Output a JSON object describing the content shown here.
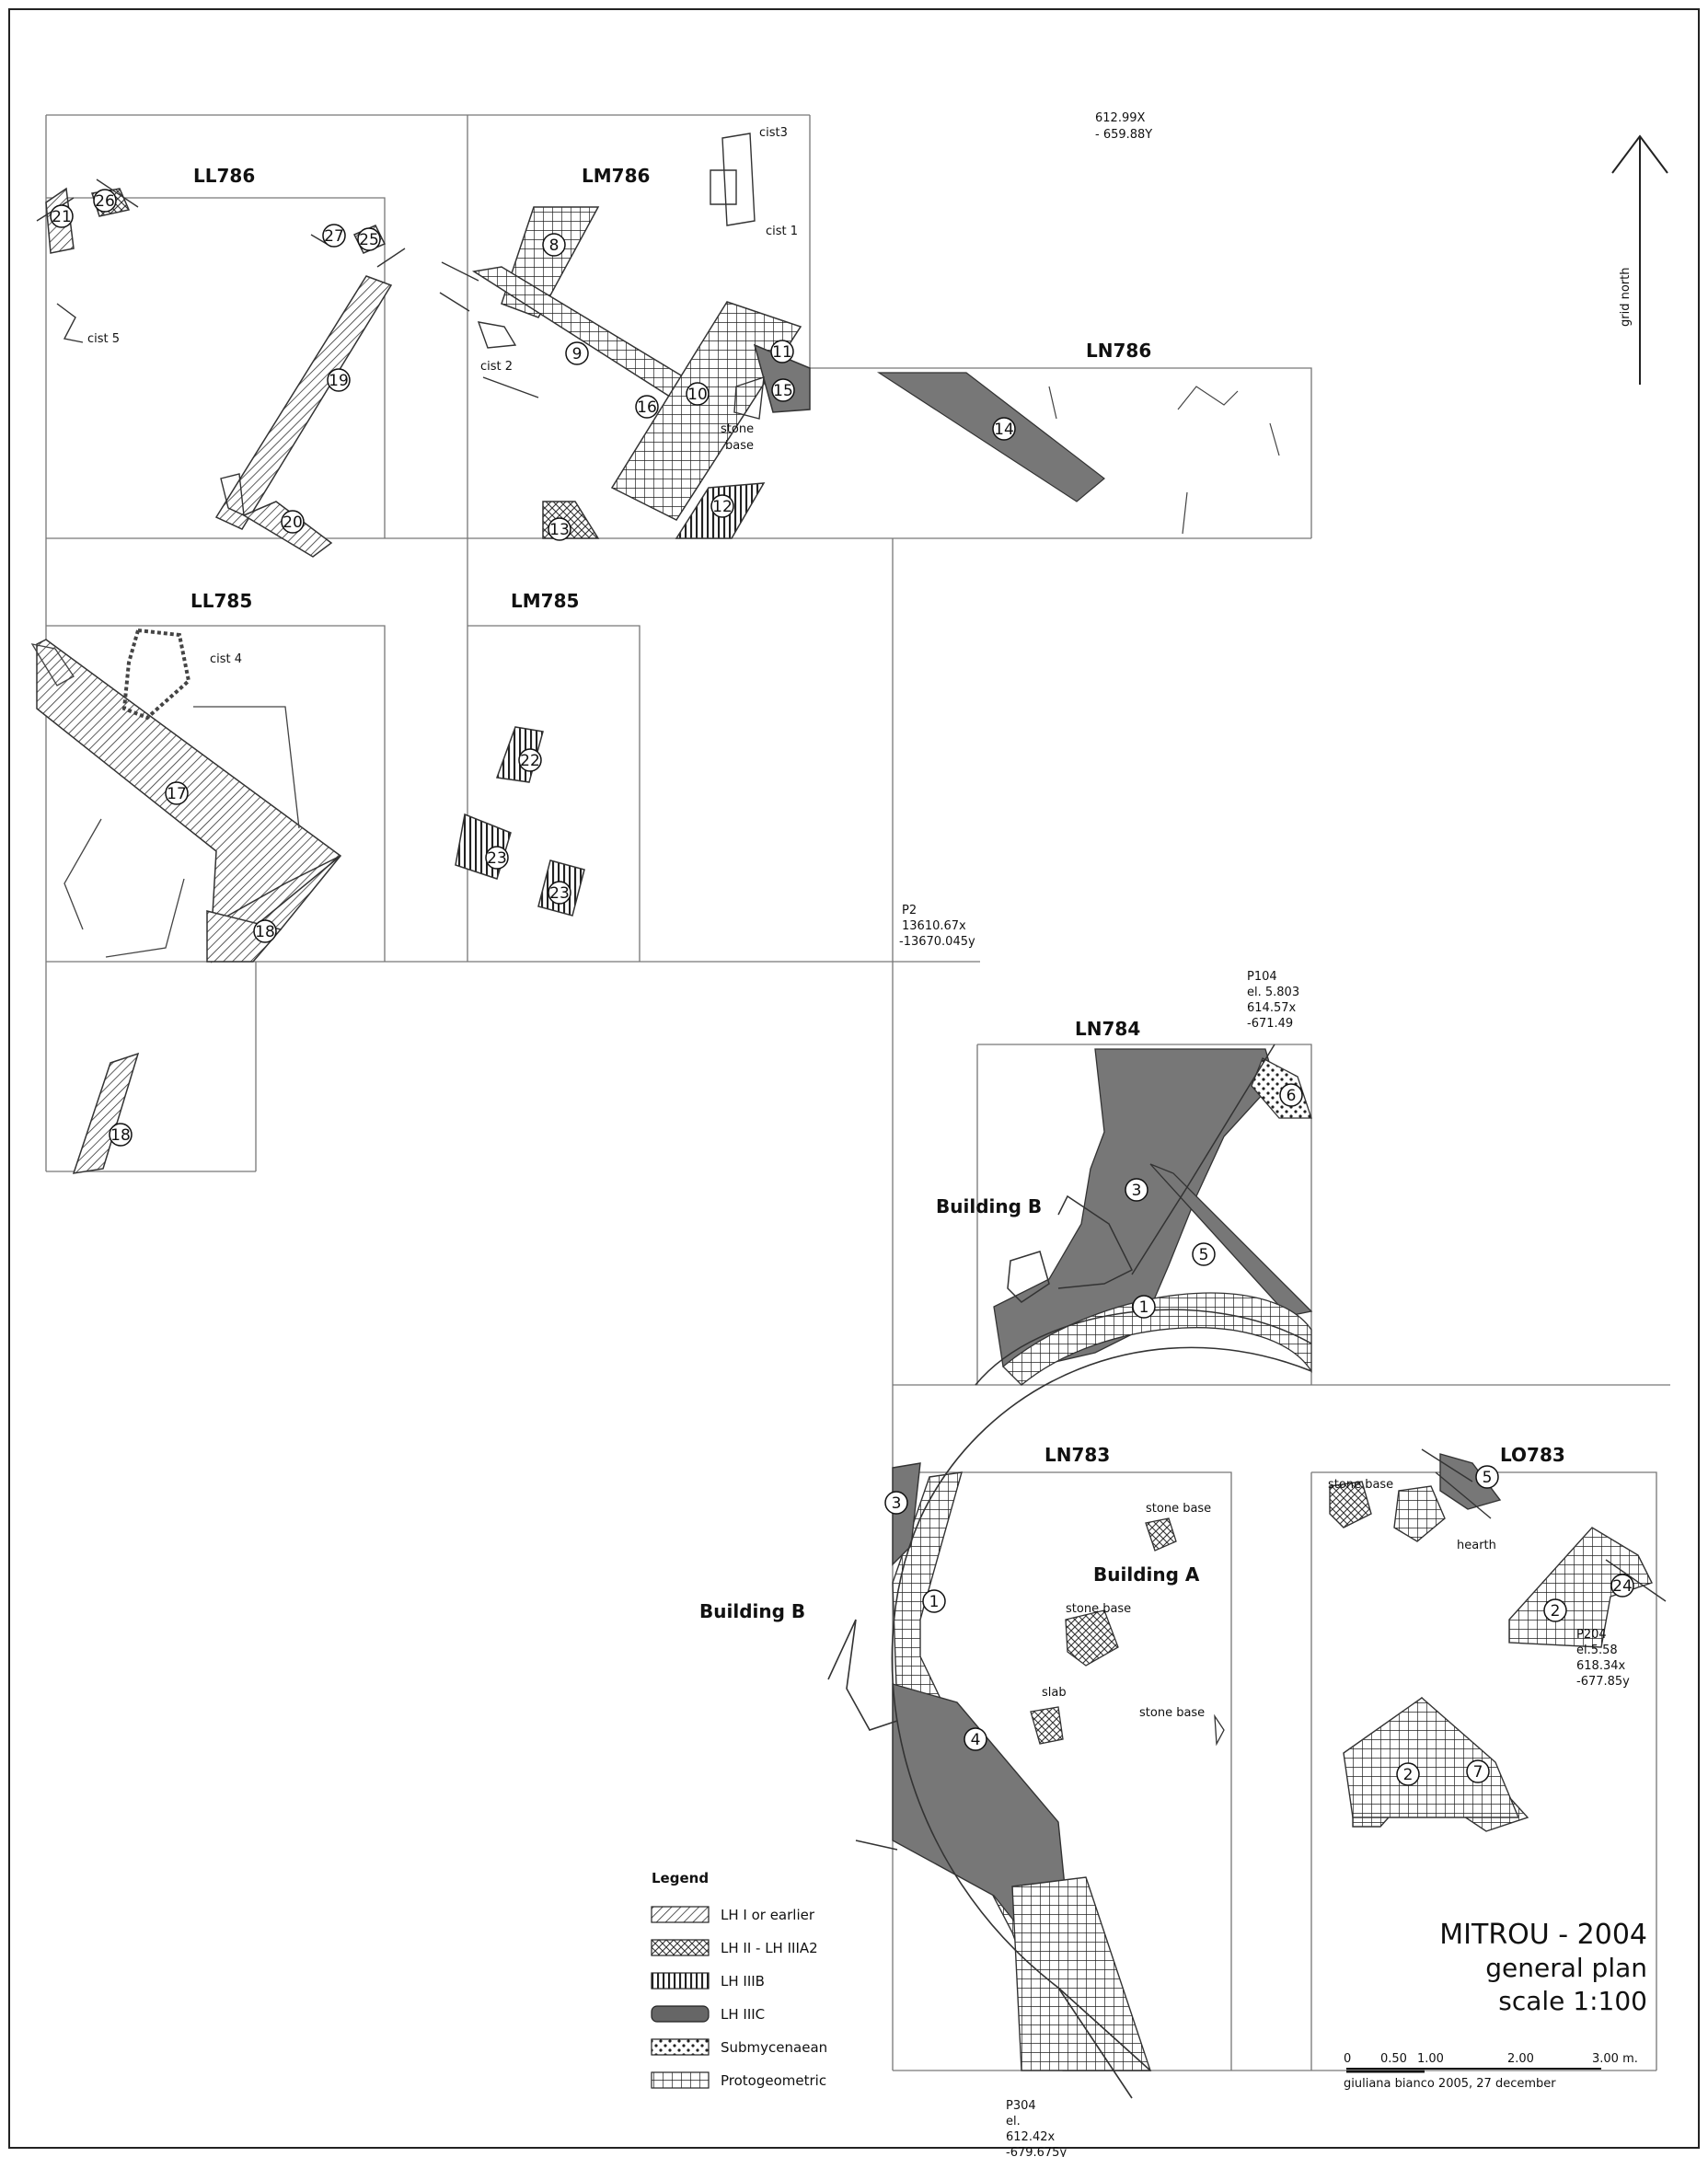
{
  "squares": {
    "ll786": "LL786",
    "lm786": "LM786",
    "ln786": "LN786",
    "ll785": "LL785",
    "lm785": "LM785",
    "ln784": "LN784",
    "ln783": "LN783",
    "lo783": "LO783"
  },
  "walls": {
    "w1": "1",
    "w2": "2",
    "w3": "3",
    "w4": "4",
    "w5": "5",
    "w6": "6",
    "w7": "7",
    "w8": "8",
    "w9": "9",
    "w10": "10",
    "w11": "11",
    "w12": "12",
    "w13": "13",
    "w14": "14",
    "w15": "15",
    "w16": "16",
    "w17": "17",
    "w18": "18",
    "w19": "19",
    "w20": "20",
    "w21": "21",
    "w22": "22",
    "w23": "23",
    "w24": "24",
    "w25": "25",
    "w26": "26",
    "w27": "27"
  },
  "features": {
    "cist1": "cist 1",
    "cist2": "cist 2",
    "cist3": "cist3",
    "cist4": "cist 4",
    "cist5": "cist 5",
    "stone_base": "stone base",
    "stone": "stone",
    "base": "base",
    "hearth": "hearth",
    "slab": "slab",
    "building_a": "Building A",
    "building_b": "Building B"
  },
  "points": {
    "top_x": "612.99X",
    "top_y": "- 659.88Y",
    "p2": "P2",
    "p2_x": "13610.67x",
    "p2_y": "-13670.045y",
    "p104": "P104",
    "p104_el": "el. 5.803",
    "p104_x": "614.57x",
    "p104_y": "-671.49",
    "p204": "P204",
    "p204_el": "el.5.58",
    "p204_x": "618.34x",
    "p204_y": "-677.85y",
    "p304": "P304",
    "p304_el": "el.",
    "p304_x": "612.42x",
    "p304_y": "-679.675y"
  },
  "north": "grid north",
  "legend": {
    "title": "Legend",
    "items": [
      {
        "label": "LH I or earlier"
      },
      {
        "label": "LH II - LH IIIA2"
      },
      {
        "label": "LH IIIB"
      },
      {
        "label": "LH IIIC"
      },
      {
        "label": "Submycenaean"
      },
      {
        "label": "Protogeometric"
      }
    ]
  },
  "title_block": {
    "title": "MITROU -  2004",
    "line2": "general plan",
    "line3": "scale 1:100"
  },
  "scale_bar": {
    "ticks": [
      "0",
      "0.50",
      "1.00",
      "2.00",
      "3.00 m."
    ],
    "credit": "giuliana bianco  2005, 27 december"
  }
}
